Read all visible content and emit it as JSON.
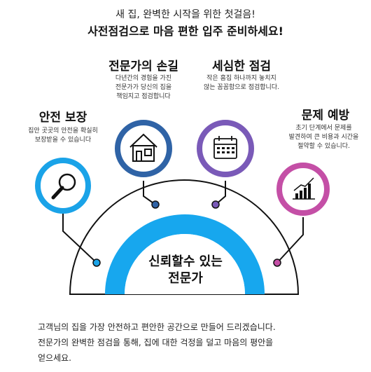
{
  "header": {
    "line1": "새 집, 완벽한 시작을 위한 첫걸음!",
    "line2": "사전점검으로 마음 편한 입주 준비하세요!"
  },
  "features": [
    {
      "title": "안전 보장",
      "desc": "집안 곳곳의 안전을 확실히\n보장받을 수 있습니다",
      "color": "#1aa3e8",
      "icon": "magnifier-icon"
    },
    {
      "title": "전문가의 손길",
      "desc": "다년간의 경험을 가진\n전문가가 당신의 집을\n책임지고 점검합니다",
      "color": "#2f63a6",
      "icon": "house-icon"
    },
    {
      "title": "세심한 점검",
      "desc": "작은 흠집 하나까지 놓치지\n않는 꼼꼼함으로 점검합니다.",
      "color": "#7a5ab8",
      "icon": "calendar-icon"
    },
    {
      "title": "문제 예방",
      "desc": "초기 단계에서 문제를\n발견하여 큰 비용과 시간을\n절약할 수 있습니다.",
      "color": "#c44fa6",
      "icon": "growth-chart-icon"
    }
  ],
  "center": {
    "line1": "신뢰할수 있는",
    "line2": "전문가",
    "color": "#17a7ee"
  },
  "footer": {
    "text": "고객님의 집을 가장 안전하고 편안한 공간으로 만들어 드리겠습니다.\n전문가의 완벽한 점검을 통해, 집에 대한 걱정을 덜고 마음의 평안을\n얻으세요."
  }
}
